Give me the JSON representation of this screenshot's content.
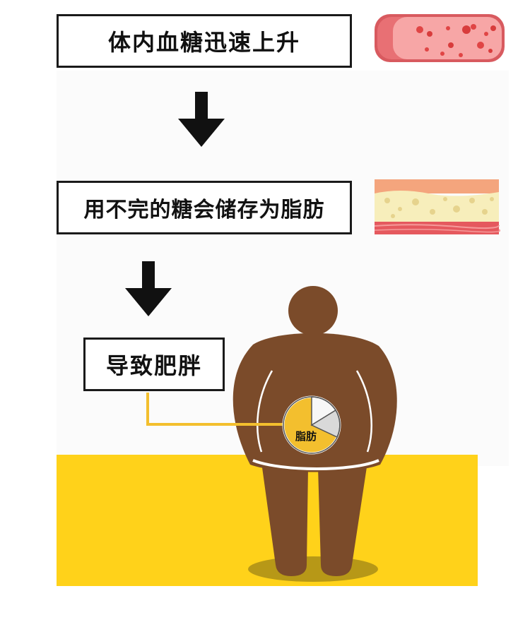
{
  "steps": [
    {
      "label": "体内血糖迅速上升"
    },
    {
      "label": "用不完的糖会储存为脂肪"
    },
    {
      "label": "导致肥胖"
    }
  ],
  "pie_label": "脂肪",
  "colors": {
    "box_border": "#1a1a1a",
    "arrow": "#111111",
    "yellow": "#ffd21a",
    "body_brown": "#7b4b2a",
    "pie_fat": "#f3bf2e",
    "vessel_red": "#e86e72",
    "fat_cream": "#f7eebb"
  },
  "icons": {
    "arrow": "arrow-down-icon",
    "vessel": "blood-vessel-icon",
    "fat_layer": "fat-layer-icon",
    "body": "obese-person-icon",
    "pie": "fat-pie-icon"
  }
}
